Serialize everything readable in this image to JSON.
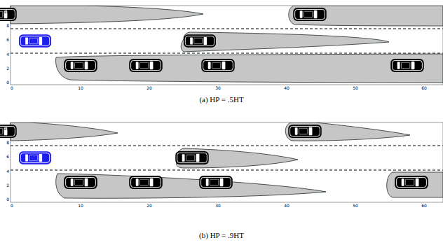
{
  "diagram": {
    "labels": [
      "0",
      "2",
      "4",
      "6",
      "8",
      "10",
      "0",
      "10",
      "20",
      "30",
      "40",
      "50",
      "60",
      "(a) HP = .5HT",
      "0",
      "2",
      "4",
      "6",
      "8",
      "10",
      "0",
      "10",
      "20",
      "30",
      "40",
      "50",
      "60",
      "(b) HP = .9HT"
    ]
  }
}
